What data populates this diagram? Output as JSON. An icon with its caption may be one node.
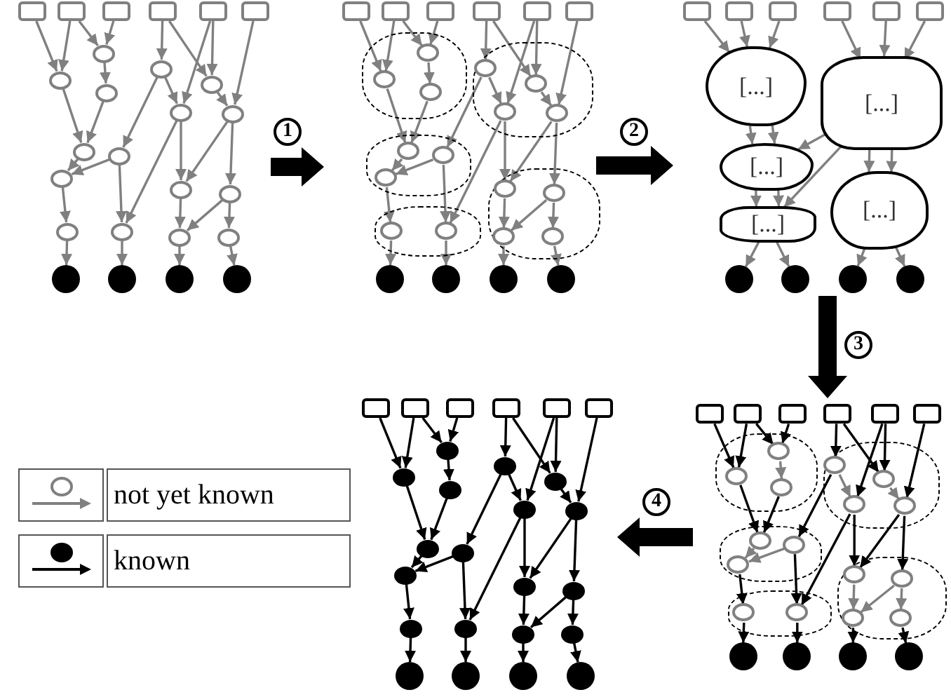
{
  "diagram": {
    "nodes": [
      {
        "text": [],
        "shape": "picture"
      },
      {
        "text": [],
        "shape": "picture"
      },
      {
        "text": [],
        "shape": "picture"
      },
      {
        "text": [],
        "shape": "picture"
      },
      {
        "text": [],
        "shape": "picture"
      },
      {
        "text": [],
        "shape": "box",
        "in": 0
      },
      {
        "text": [],
        "shape": "box",
        "in": 0
      },
      {
        "text": [],
        "shape": "box",
        "in": 0
      },
      {
        "text": [],
        "shape": "box",
        "in": 0
      },
      {
        "text": [],
        "shape": "box",
        "in": 0
      },
      {
        "text": [],
        "shape": "box",
        "in": 0
      },
      {
        "text": [],
        "shape": "circle",
        "in": 0
      },
      {
        "text": [],
        "shape": "circle",
        "in": 0
      },
      {
        "text": [],
        "shape": "circle",
        "in": 0
      },
      {
        "text": [],
        "shape": "circle",
        "in": 0
      },
      {
        "text": [],
        "shape": "circle",
        "in": 0
      },
      {
        "text": [],
        "shape": "circle",
        "in": 0
      },
      {
        "text": [],
        "shape": "circle",
        "in": 0
      },
      {
        "text": [],
        "shape": "circle",
        "in": 0
      },
      {
        "text": [],
        "shape": "circle",
        "in": 0
      },
      {
        "text": [],
        "shape": "circle",
        "in": 0
      },
      {
        "text": [],
        "shape": "circle",
        "in": 0
      },
      {
        "text": [],
        "shape": "circle",
        "in": 0
      },
      {
        "text": [],
        "shape": "circle",
        "in": 0
      },
      {
        "text": [],
        "shape": "circle",
        "in": 0
      },
      {
        "text": [],
        "shape": "circle",
        "in": 0
      },
      {
        "text": [],
        "shape": "circle",
        "in": 0
      },
      {
        "text": [],
        "shape": "circle",
        "in": 0
      },
      {
        "text": [],
        "shape": "circle",
        "in": 0
      },
      {
        "text": [],
        "shape": "circle",
        "in": 0
      },
      {
        "text": [],
        "shape": "circle",
        "in": 0
      },
      {
        "text": [],
        "shape": "box",
        "in": 1
      },
      {
        "text": [],
        "shape": "box",
        "in": 1
      },
      {
        "text": [],
        "shape": "box",
        "in": 1
      },
      {
        "text": [],
        "shape": "box",
        "in": 1
      },
      {
        "text": [],
        "shape": "box",
        "in": 1
      },
      {
        "text": [],
        "shape": "box",
        "in": 1
      },
      {
        "text": [],
        "shape": "blob",
        "in": 1
      },
      {
        "text": [],
        "shape": "circle",
        "in": 37
      },
      {
        "text": [],
        "shape": "circle",
        "in": 37
      },
      {
        "text": [],
        "shape": "circle",
        "in": 37
      },
      {
        "text": [],
        "shape": "blob",
        "in": 1
      },
      {
        "text": [],
        "shape": "circle",
        "in": 41
      },
      {
        "text": [],
        "shape": "circle",
        "in": 41
      },
      {
        "text": [],
        "shape": "circle",
        "in": 41
      },
      {
        "text": [],
        "shape": "circle",
        "in": 41
      },
      {
        "text": [],
        "shape": "blob",
        "in": 1
      },
      {
        "text": [],
        "shape": "circle",
        "in": 46
      },
      {
        "text": [],
        "shape": "circle",
        "in": 46
      },
      {
        "text": [],
        "shape": "circle",
        "in": 46
      },
      {
        "text": [],
        "shape": "blob",
        "in": 1
      },
      {
        "text": [],
        "shape": "circle",
        "in": 50
      },
      {
        "text": [],
        "shape": "circle",
        "in": 50
      },
      {
        "text": [],
        "shape": "blob",
        "in": 1
      },
      {
        "text": [],
        "shape": "circle",
        "in": 53
      },
      {
        "text": [],
        "shape": "circle",
        "in": 53
      },
      {
        "text": [],
        "shape": "circle",
        "in": 53
      },
      {
        "text": [],
        "shape": "circle",
        "in": 53
      },
      {
        "text": [],
        "shape": "circle",
        "in": 1
      },
      {
        "text": [],
        "shape": "circle",
        "in": 1
      },
      {
        "text": [],
        "shape": "circle",
        "in": 1
      },
      {
        "text": [],
        "shape": "circle",
        "in": 1
      },
      {
        "text": [],
        "shape": "box",
        "in": 2
      },
      {
        "text": [],
        "shape": "box",
        "in": 2
      },
      {
        "text": [],
        "shape": "box",
        "in": 2
      },
      {
        "text": [],
        "shape": "box",
        "in": 2
      },
      {
        "text": [],
        "shape": "box",
        "in": 2
      },
      {
        "text": [],
        "shape": "box",
        "in": 2
      },
      {
        "text": [
          "[...]"
        ],
        "in": 2
      },
      {
        "text": [
          "[...]"
        ],
        "in": 2
      },
      {
        "text": [
          "[...]"
        ],
        "in": 2
      },
      {
        "text": [
          "[...]"
        ],
        "in": 2
      },
      {
        "text": [
          "[...]"
        ],
        "in": 2
      },
      {
        "text": [],
        "shape": "circle",
        "in": 2
      },
      {
        "text": [],
        "shape": "circle",
        "in": 2
      },
      {
        "text": [],
        "shape": "circle",
        "in": 2
      },
      {
        "text": [],
        "shape": "circle",
        "in": 2
      },
      {
        "text": [],
        "shape": "box",
        "in": 3
      },
      {
        "text": [],
        "shape": "box",
        "in": 3
      },
      {
        "text": [],
        "shape": "box",
        "in": 3
      },
      {
        "text": [],
        "shape": "box",
        "in": 3
      },
      {
        "text": [],
        "shape": "box",
        "in": 3
      },
      {
        "text": [],
        "shape": "box",
        "in": 3
      },
      {
        "text": [],
        "shape": "blob",
        "in": 3
      },
      {
        "text": [],
        "shape": "circle",
        "in": 83
      },
      {
        "text": [],
        "shape": "circle",
        "in": 83
      },
      {
        "text": [],
        "shape": "circle",
        "in": 83
      },
      {
        "text": [],
        "shape": "blob",
        "in": 3
      },
      {
        "text": [],
        "shape": "circle",
        "in": 87
      },
      {
        "text": [],
        "shape": "circle",
        "in": 87
      },
      {
        "text": [],
        "shape": "circle",
        "in": 87
      },
      {
        "text": [],
        "shape": "circle",
        "in": 87
      },
      {
        "text": [],
        "shape": "blob",
        "in": 3
      },
      {
        "text": [],
        "shape": "circle",
        "in": 92
      },
      {
        "text": [],
        "shape": "circle",
        "in": 92
      },
      {
        "text": [],
        "shape": "circle",
        "in": 92
      },
      {
        "text": [],
        "shape": "blob",
        "in": 3
      },
      {
        "text": [],
        "shape": "circle",
        "in": 96
      },
      {
        "text": [],
        "shape": "circle",
        "in": 96
      },
      {
        "text": [],
        "shape": "blob",
        "in": 3
      },
      {
        "text": [],
        "shape": "circle",
        "in": 99
      },
      {
        "text": [],
        "shape": "circle",
        "in": 99
      },
      {
        "text": [],
        "shape": "circle",
        "in": 99
      },
      {
        "text": [],
        "shape": "circle",
        "in": 99
      },
      {
        "text": [],
        "shape": "circle",
        "in": 3
      },
      {
        "text": [],
        "shape": "circle",
        "in": 3
      },
      {
        "text": [],
        "shape": "circle",
        "in": 3
      },
      {
        "text": [],
        "shape": "circle",
        "in": 3
      },
      {
        "text": [],
        "shape": "box",
        "in": 4
      },
      {
        "text": [],
        "shape": "box",
        "in": 4
      },
      {
        "text": [],
        "shape": "box",
        "in": 4
      },
      {
        "text": [],
        "shape": "box",
        "in": 4
      },
      {
        "text": [],
        "shape": "box",
        "in": 4
      },
      {
        "text": [],
        "shape": "box",
        "in": 4
      },
      {
        "text": [],
        "shape": "circle",
        "in": 4
      },
      {
        "text": [],
        "shape": "circle",
        "in": 4
      },
      {
        "text": [],
        "shape": "circle",
        "in": 4
      },
      {
        "text": [],
        "shape": "circle",
        "in": 4
      },
      {
        "text": [],
        "shape": "circle",
        "in": 4
      },
      {
        "text": [],
        "shape": "circle",
        "in": 4
      },
      {
        "text": [],
        "shape": "circle",
        "in": 4
      },
      {
        "text": [],
        "shape": "circle",
        "in": 4
      },
      {
        "text": [],
        "shape": "circle",
        "in": 4
      },
      {
        "text": [],
        "shape": "circle",
        "in": 4
      },
      {
        "text": [],
        "shape": "circle",
        "in": 4
      },
      {
        "text": [],
        "shape": "circle",
        "in": 4
      },
      {
        "text": [],
        "shape": "circle",
        "in": 4
      },
      {
        "text": [],
        "shape": "circle",
        "in": 4
      },
      {
        "text": [],
        "shape": "circle",
        "in": 4
      },
      {
        "text": [],
        "shape": "circle",
        "in": 4
      },
      {
        "text": [],
        "shape": "circle",
        "in": 4
      },
      {
        "text": [],
        "shape": "circle",
        "in": 4
      },
      {
        "text": [],
        "shape": "circle",
        "in": 4
      },
      {
        "text": [],
        "shape": "circle",
        "in": 4
      }
    ],
    "edges": [
      {
        "from": 5,
        "to": 12,
        "arrow": "to"
      },
      {
        "from": 6,
        "to": 12,
        "arrow": "to"
      },
      {
        "from": 6,
        "to": 11,
        "arrow": "to"
      },
      {
        "from": 7,
        "to": 11,
        "arrow": "to"
      },
      {
        "from": 11,
        "to": 13,
        "arrow": "to"
      },
      {
        "from": 12,
        "to": 18,
        "arrow": "to"
      },
      {
        "from": 13,
        "to": 18,
        "arrow": "to"
      },
      {
        "from": 8,
        "to": 14,
        "arrow": "to"
      },
      {
        "from": 8,
        "to": 15,
        "arrow": "to"
      },
      {
        "from": 9,
        "to": 15,
        "arrow": "to"
      },
      {
        "from": 9,
        "to": 16,
        "arrow": "to"
      },
      {
        "from": 10,
        "to": 17,
        "arrow": "to"
      },
      {
        "from": 15,
        "to": 17,
        "arrow": "to"
      },
      {
        "from": 14,
        "to": 16,
        "arrow": "to"
      },
      {
        "from": 14,
        "to": 19,
        "arrow": "to"
      },
      {
        "from": 16,
        "to": 24,
        "arrow": "to"
      },
      {
        "from": 16,
        "to": 21,
        "arrow": "to"
      },
      {
        "from": 17,
        "to": 21,
        "arrow": "to"
      },
      {
        "from": 17,
        "to": 22,
        "arrow": "to"
      },
      {
        "from": 18,
        "to": 20,
        "arrow": "to"
      },
      {
        "from": 19,
        "to": 20,
        "arrow": "to"
      },
      {
        "from": 19,
        "to": 24,
        "arrow": "to"
      },
      {
        "from": 20,
        "to": 23,
        "arrow": "to"
      },
      {
        "from": 21,
        "to": 25,
        "arrow": "to"
      },
      {
        "from": 22,
        "to": 25,
        "arrow": "to"
      },
      {
        "from": 22,
        "to": 26,
        "arrow": "to"
      },
      {
        "from": 23,
        "to": 27,
        "arrow": "to"
      },
      {
        "from": 24,
        "to": 28,
        "arrow": "to"
      },
      {
        "from": 25,
        "to": 29,
        "arrow": "to"
      },
      {
        "from": 26,
        "to": 30,
        "arrow": "to"
      },
      {
        "from": 31,
        "to": 39,
        "arrow": "to"
      },
      {
        "from": 32,
        "to": 39,
        "arrow": "to"
      },
      {
        "from": 32,
        "to": 38,
        "arrow": "to"
      },
      {
        "from": 33,
        "to": 38,
        "arrow": "to"
      },
      {
        "from": 38,
        "to": 40,
        "arrow": "to"
      },
      {
        "from": 39,
        "to": 47,
        "arrow": "to"
      },
      {
        "from": 40,
        "to": 47,
        "arrow": "to"
      },
      {
        "from": 34,
        "to": 42,
        "arrow": "to"
      },
      {
        "from": 34,
        "to": 43,
        "arrow": "to"
      },
      {
        "from": 35,
        "to": 43,
        "arrow": "to"
      },
      {
        "from": 35,
        "to": 44,
        "arrow": "to"
      },
      {
        "from": 36,
        "to": 45,
        "arrow": "to"
      },
      {
        "from": 43,
        "to": 45,
        "arrow": "to"
      },
      {
        "from": 42,
        "to": 44,
        "arrow": "to"
      },
      {
        "from": 42,
        "to": 48,
        "arrow": "to"
      },
      {
        "from": 44,
        "to": 52,
        "arrow": "to"
      },
      {
        "from": 44,
        "to": 54,
        "arrow": "to"
      },
      {
        "from": 45,
        "to": 54,
        "arrow": "to"
      },
      {
        "from": 45,
        "to": 55,
        "arrow": "to"
      },
      {
        "from": 47,
        "to": 49,
        "arrow": "to"
      },
      {
        "from": 48,
        "to": 49,
        "arrow": "to"
      },
      {
        "from": 48,
        "to": 52,
        "arrow": "to"
      },
      {
        "from": 49,
        "to": 51,
        "arrow": "to"
      },
      {
        "from": 54,
        "to": 56,
        "arrow": "to"
      },
      {
        "from": 55,
        "to": 56,
        "arrow": "to"
      },
      {
        "from": 55,
        "to": 57,
        "arrow": "to"
      },
      {
        "from": 51,
        "to": 58,
        "arrow": "to"
      },
      {
        "from": 52,
        "to": 59,
        "arrow": "to"
      },
      {
        "from": 56,
        "to": 60,
        "arrow": "to"
      },
      {
        "from": 57,
        "to": 61,
        "arrow": "to"
      },
      {
        "from": 62,
        "to": 68,
        "arrow": "to"
      },
      {
        "from": 63,
        "to": 68,
        "arrow": "to"
      },
      {
        "from": 64,
        "to": 68,
        "arrow": "to"
      },
      {
        "from": 65,
        "to": 69,
        "arrow": "to"
      },
      {
        "from": 66,
        "to": 69,
        "arrow": "to"
      },
      {
        "from": 67,
        "to": 69,
        "arrow": "to"
      },
      {
        "from": 68,
        "to": 70,
        "arrow": "to"
      },
      {
        "from": 68,
        "to": 70,
        "arrow": "to"
      },
      {
        "from": 69,
        "to": 70,
        "arrow": "to"
      },
      {
        "from": 70,
        "to": 71,
        "arrow": "to"
      },
      {
        "from": 70,
        "to": 71,
        "arrow": "to"
      },
      {
        "from": 69,
        "to": 71,
        "arrow": "to"
      },
      {
        "from": 69,
        "to": 72,
        "arrow": "to"
      },
      {
        "from": 69,
        "to": 72,
        "arrow": "to"
      },
      {
        "from": 71,
        "to": 73,
        "arrow": "to"
      },
      {
        "from": 71,
        "to": 74,
        "arrow": "to"
      },
      {
        "from": 72,
        "to": 75,
        "arrow": "to"
      },
      {
        "from": 72,
        "to": 76,
        "arrow": "to"
      },
      {
        "from": 77,
        "to": 85,
        "arrow": "to",
        "color": "#000000"
      },
      {
        "from": 78,
        "to": 85,
        "arrow": "to",
        "color": "#000000"
      },
      {
        "from": 78,
        "to": 84,
        "arrow": "to",
        "color": "#000000"
      },
      {
        "from": 79,
        "to": 84,
        "arrow": "to",
        "color": "#000000"
      },
      {
        "from": 84,
        "to": 86,
        "arrow": "to"
      },
      {
        "from": 85,
        "to": 93,
        "arrow": "to",
        "color": "#000000"
      },
      {
        "from": 86,
        "to": 93,
        "arrow": "to",
        "color": "#000000"
      },
      {
        "from": 80,
        "to": 88,
        "arrow": "to",
        "color": "#000000"
      },
      {
        "from": 80,
        "to": 89,
        "arrow": "to",
        "color": "#000000"
      },
      {
        "from": 81,
        "to": 89,
        "arrow": "to",
        "color": "#000000"
      },
      {
        "from": 81,
        "to": 90,
        "arrow": "to",
        "color": "#000000"
      },
      {
        "from": 82,
        "to": 91,
        "arrow": "to",
        "color": "#000000"
      },
      {
        "from": 89,
        "to": 91,
        "arrow": "to"
      },
      {
        "from": 88,
        "to": 90,
        "arrow": "to"
      },
      {
        "from": 88,
        "to": 94,
        "arrow": "to",
        "color": "#000000"
      },
      {
        "from": 90,
        "to": 98,
        "arrow": "to",
        "color": "#000000"
      },
      {
        "from": 90,
        "to": 100,
        "arrow": "to",
        "color": "#000000"
      },
      {
        "from": 91,
        "to": 100,
        "arrow": "to",
        "color": "#000000"
      },
      {
        "from": 91,
        "to": 101,
        "arrow": "to",
        "color": "#000000"
      },
      {
        "from": 93,
        "to": 95,
        "arrow": "to"
      },
      {
        "from": 94,
        "to": 95,
        "arrow": "to"
      },
      {
        "from": 94,
        "to": 98,
        "arrow": "to",
        "color": "#000000"
      },
      {
        "from": 95,
        "to": 97,
        "arrow": "to",
        "color": "#000000"
      },
      {
        "from": 100,
        "to": 102,
        "arrow": "to"
      },
      {
        "from": 101,
        "to": 102,
        "arrow": "to"
      },
      {
        "from": 101,
        "to": 103,
        "arrow": "to"
      },
      {
        "from": 97,
        "to": 104,
        "arrow": "to",
        "color": "#000000"
      },
      {
        "from": 98,
        "to": 105,
        "arrow": "to",
        "color": "#000000"
      },
      {
        "from": 102,
        "to": 106,
        "arrow": "to",
        "color": "#000000"
      },
      {
        "from": 103,
        "to": 107,
        "arrow": "to",
        "color": "#000000"
      },
      {
        "from": 108,
        "to": 115,
        "arrow": "to",
        "color": "#000000"
      },
      {
        "from": 109,
        "to": 115,
        "arrow": "to",
        "color": "#000000"
      },
      {
        "from": 109,
        "to": 114,
        "arrow": "to",
        "color": "#000000"
      },
      {
        "from": 110,
        "to": 114,
        "arrow": "to",
        "color": "#000000"
      },
      {
        "from": 114,
        "to": 116,
        "arrow": "to",
        "color": "#000000"
      },
      {
        "from": 115,
        "to": 121,
        "arrow": "to",
        "color": "#000000"
      },
      {
        "from": 116,
        "to": 121,
        "arrow": "to",
        "color": "#000000"
      },
      {
        "from": 111,
        "to": 117,
        "arrow": "to",
        "color": "#000000"
      },
      {
        "from": 111,
        "to": 118,
        "arrow": "to",
        "color": "#000000"
      },
      {
        "from": 112,
        "to": 118,
        "arrow": "to",
        "color": "#000000"
      },
      {
        "from": 112,
        "to": 119,
        "arrow": "to",
        "color": "#000000"
      },
      {
        "from": 113,
        "to": 120,
        "arrow": "to",
        "color": "#000000"
      },
      {
        "from": 118,
        "to": 120,
        "arrow": "to",
        "color": "#000000"
      },
      {
        "from": 117,
        "to": 119,
        "arrow": "to",
        "color": "#000000"
      },
      {
        "from": 117,
        "to": 122,
        "arrow": "to",
        "color": "#000000"
      },
      {
        "from": 119,
        "to": 127,
        "arrow": "to",
        "color": "#000000"
      },
      {
        "from": 119,
        "to": 124,
        "arrow": "to",
        "color": "#000000"
      },
      {
        "from": 120,
        "to": 124,
        "arrow": "to",
        "color": "#000000"
      },
      {
        "from": 120,
        "to": 125,
        "arrow": "to",
        "color": "#000000"
      },
      {
        "from": 121,
        "to": 123,
        "arrow": "to",
        "color": "#000000"
      },
      {
        "from": 122,
        "to": 123,
        "arrow": "to",
        "color": "#000000"
      },
      {
        "from": 122,
        "to": 127,
        "arrow": "to",
        "color": "#000000"
      },
      {
        "from": 123,
        "to": 126,
        "arrow": "to",
        "color": "#000000"
      },
      {
        "from": 124,
        "to": 128,
        "arrow": "to",
        "color": "#000000"
      },
      {
        "from": 125,
        "to": 128,
        "arrow": "to",
        "color": "#000000"
      },
      {
        "from": 125,
        "to": 129,
        "arrow": "to",
        "color": "#000000"
      },
      {
        "from": 126,
        "to": 130,
        "arrow": "to",
        "color": "#000000"
      },
      {
        "from": 127,
        "to": 131,
        "arrow": "to",
        "color": "#000000"
      },
      {
        "from": 128,
        "to": 132,
        "arrow": "to",
        "color": "#000000"
      },
      {
        "from": 129,
        "to": 133,
        "arrow": "to",
        "color": "#000000"
      },
      {
        "from": 0,
        "to": 1,
        "arrow": "to",
        "style": "thick",
        "color": "#000000"
      },
      {
        "from": 1,
        "to": 2,
        "arrow": "to",
        "style": "thick",
        "color": "#000000"
      },
      {
        "from": 2,
        "to": 3,
        "arrow": "to",
        "style": "thick",
        "color": "#000000"
      },
      {
        "from": 3,
        "to": 4,
        "arrow": "to",
        "style": "thick",
        "color": "#000000"
      }
    ],
    "labels": [
      "1",
      "2",
      "3",
      "4"
    ],
    "legend": [
      {
        "text": "not yet known"
      },
      {
        "text": "known"
      }
    ]
  }
}
